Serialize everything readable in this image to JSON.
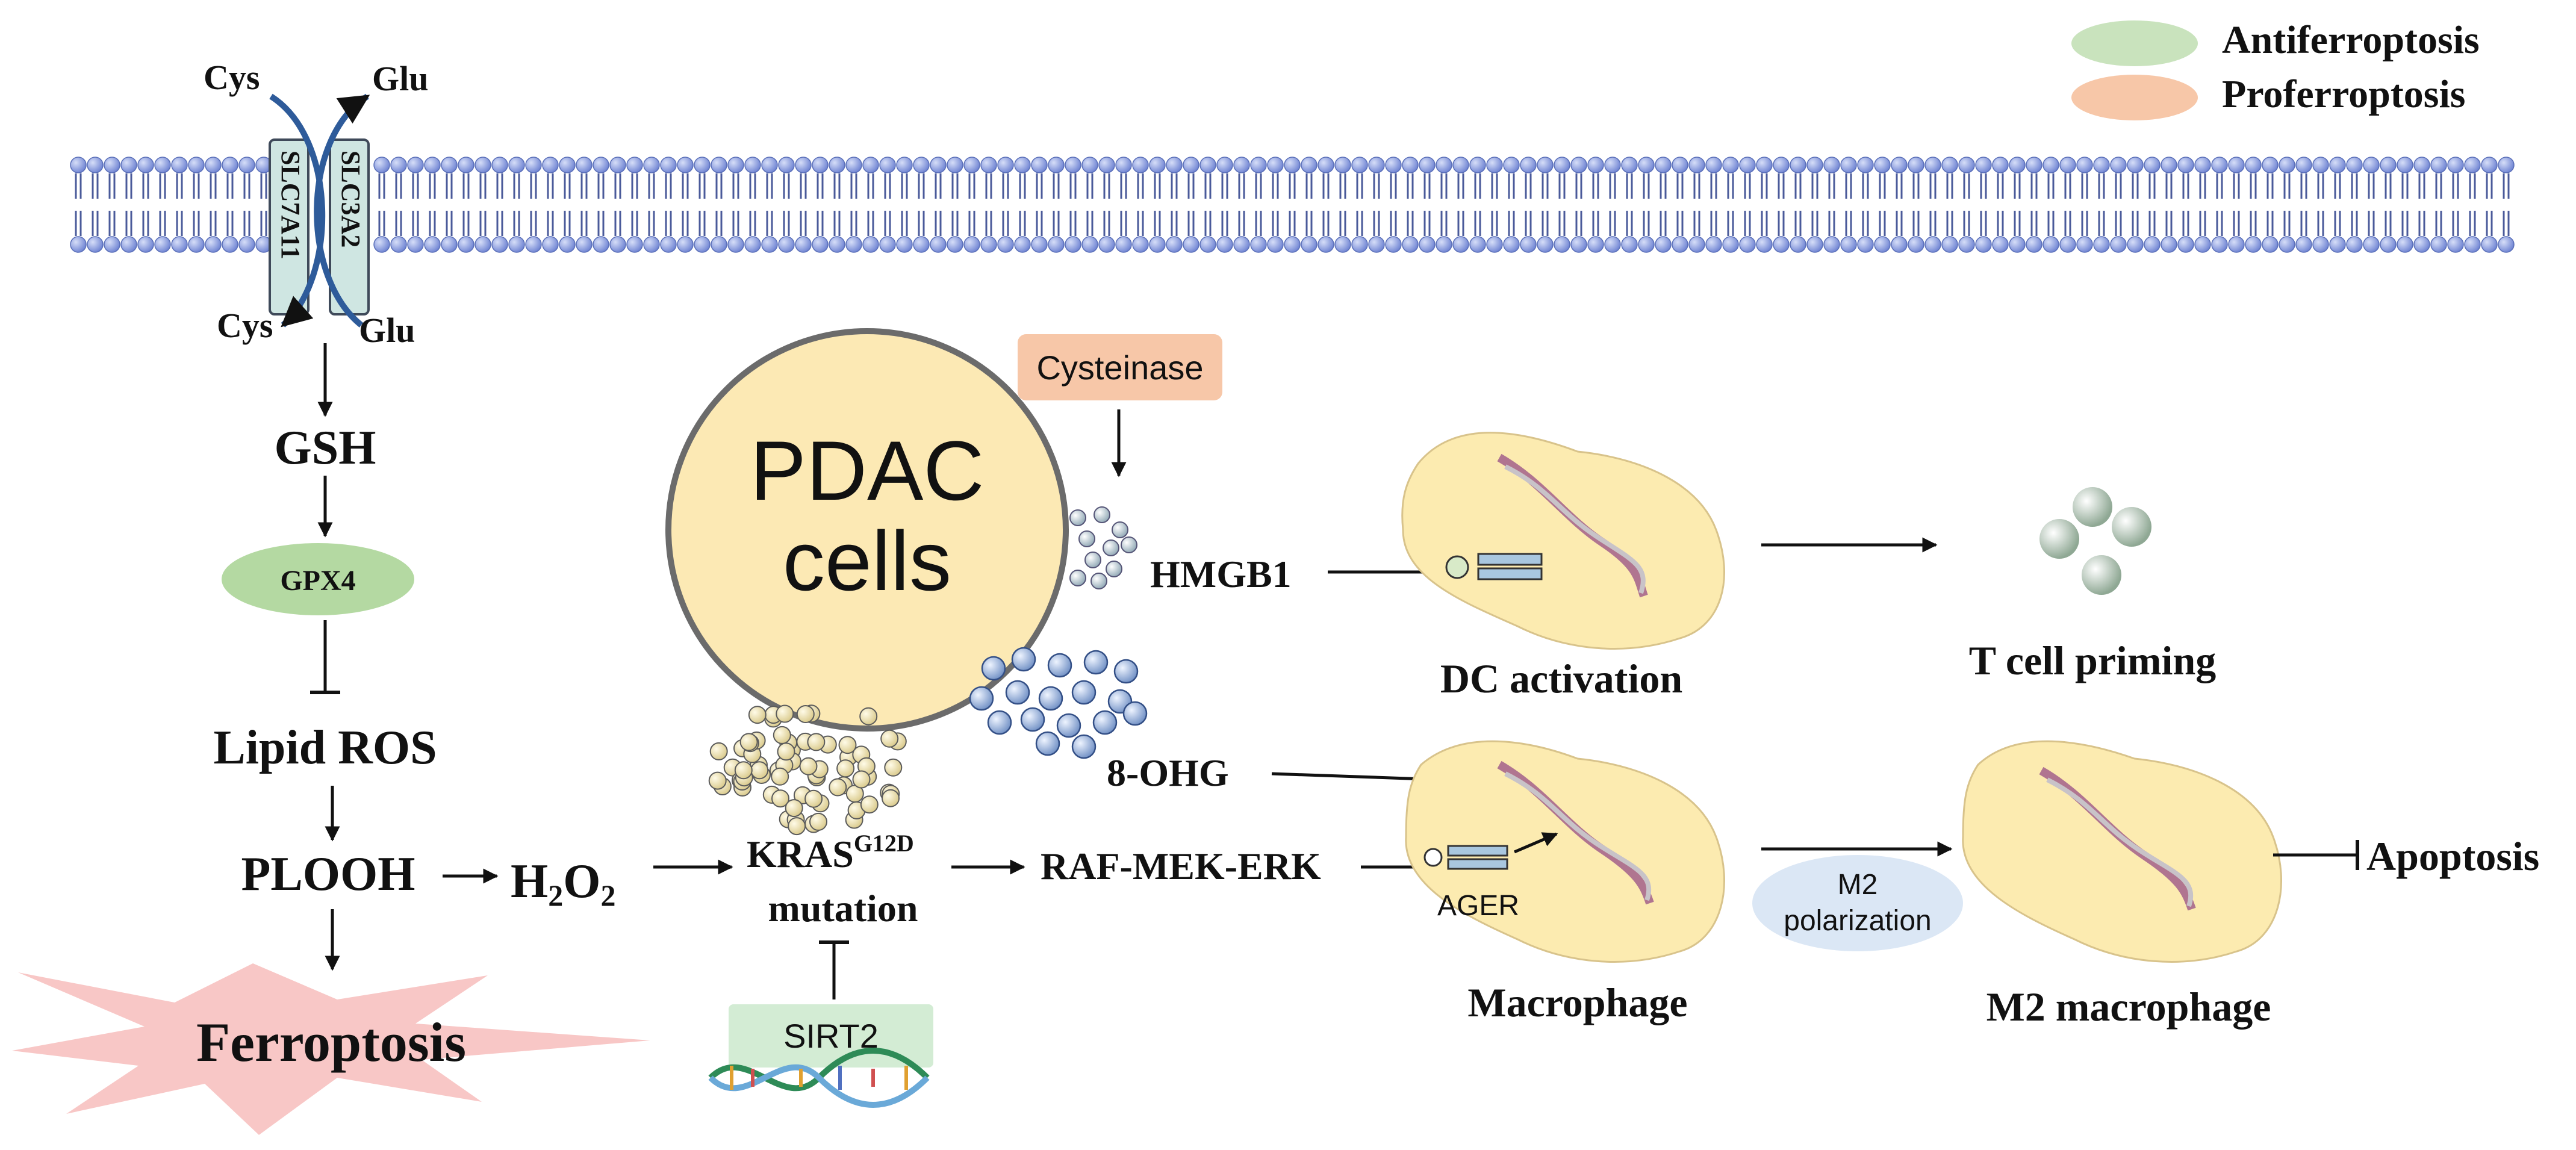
{
  "legend": {
    "antiferroptosis": "Antiferroptosis",
    "proferroptosis": "Proferroptosis",
    "antiferroptosis_color": "#c9e3bd",
    "proferroptosis_color": "#f7c7a8"
  },
  "transporter": {
    "cys_top": "Cys",
    "glu_top": "Glu",
    "cys_bottom": "Cys",
    "glu_bottom": "Glu",
    "slc7a11": "SLC7A11",
    "slc3a2": "SLC3A2"
  },
  "pathway": {
    "gsh": "GSH",
    "gpx4": "GPX4",
    "lipid_ros": "Lipid ROS",
    "plooh": "PLOOH",
    "h2o2_base": "H",
    "h2o2_sub1": "2",
    "h2o2_mid": "O",
    "h2o2_sub2": "2",
    "ferroptosis": "Ferroptosis"
  },
  "pdac": {
    "line1": "PDAC",
    "line2": "cells",
    "cysteinase": "Cysteinase",
    "hmgb1": "HMGB1",
    "eight_ohg": "8-OHG",
    "kras": "KRAS",
    "kras_sup": "G12D",
    "mutation": "mutation",
    "sirt2": "SIRT2",
    "raf_mek_erk": "RAF-MEK-ERK"
  },
  "immune": {
    "dc_activation": "DC activation",
    "t_cell_priming": "T cell priming",
    "ager": "AGER",
    "macrophage": "Macrophage",
    "m2_line1": "M2",
    "m2_line2": "polarization",
    "m2_macrophage": "M2 macrophage",
    "apoptosis": "Apoptosis"
  }
}
